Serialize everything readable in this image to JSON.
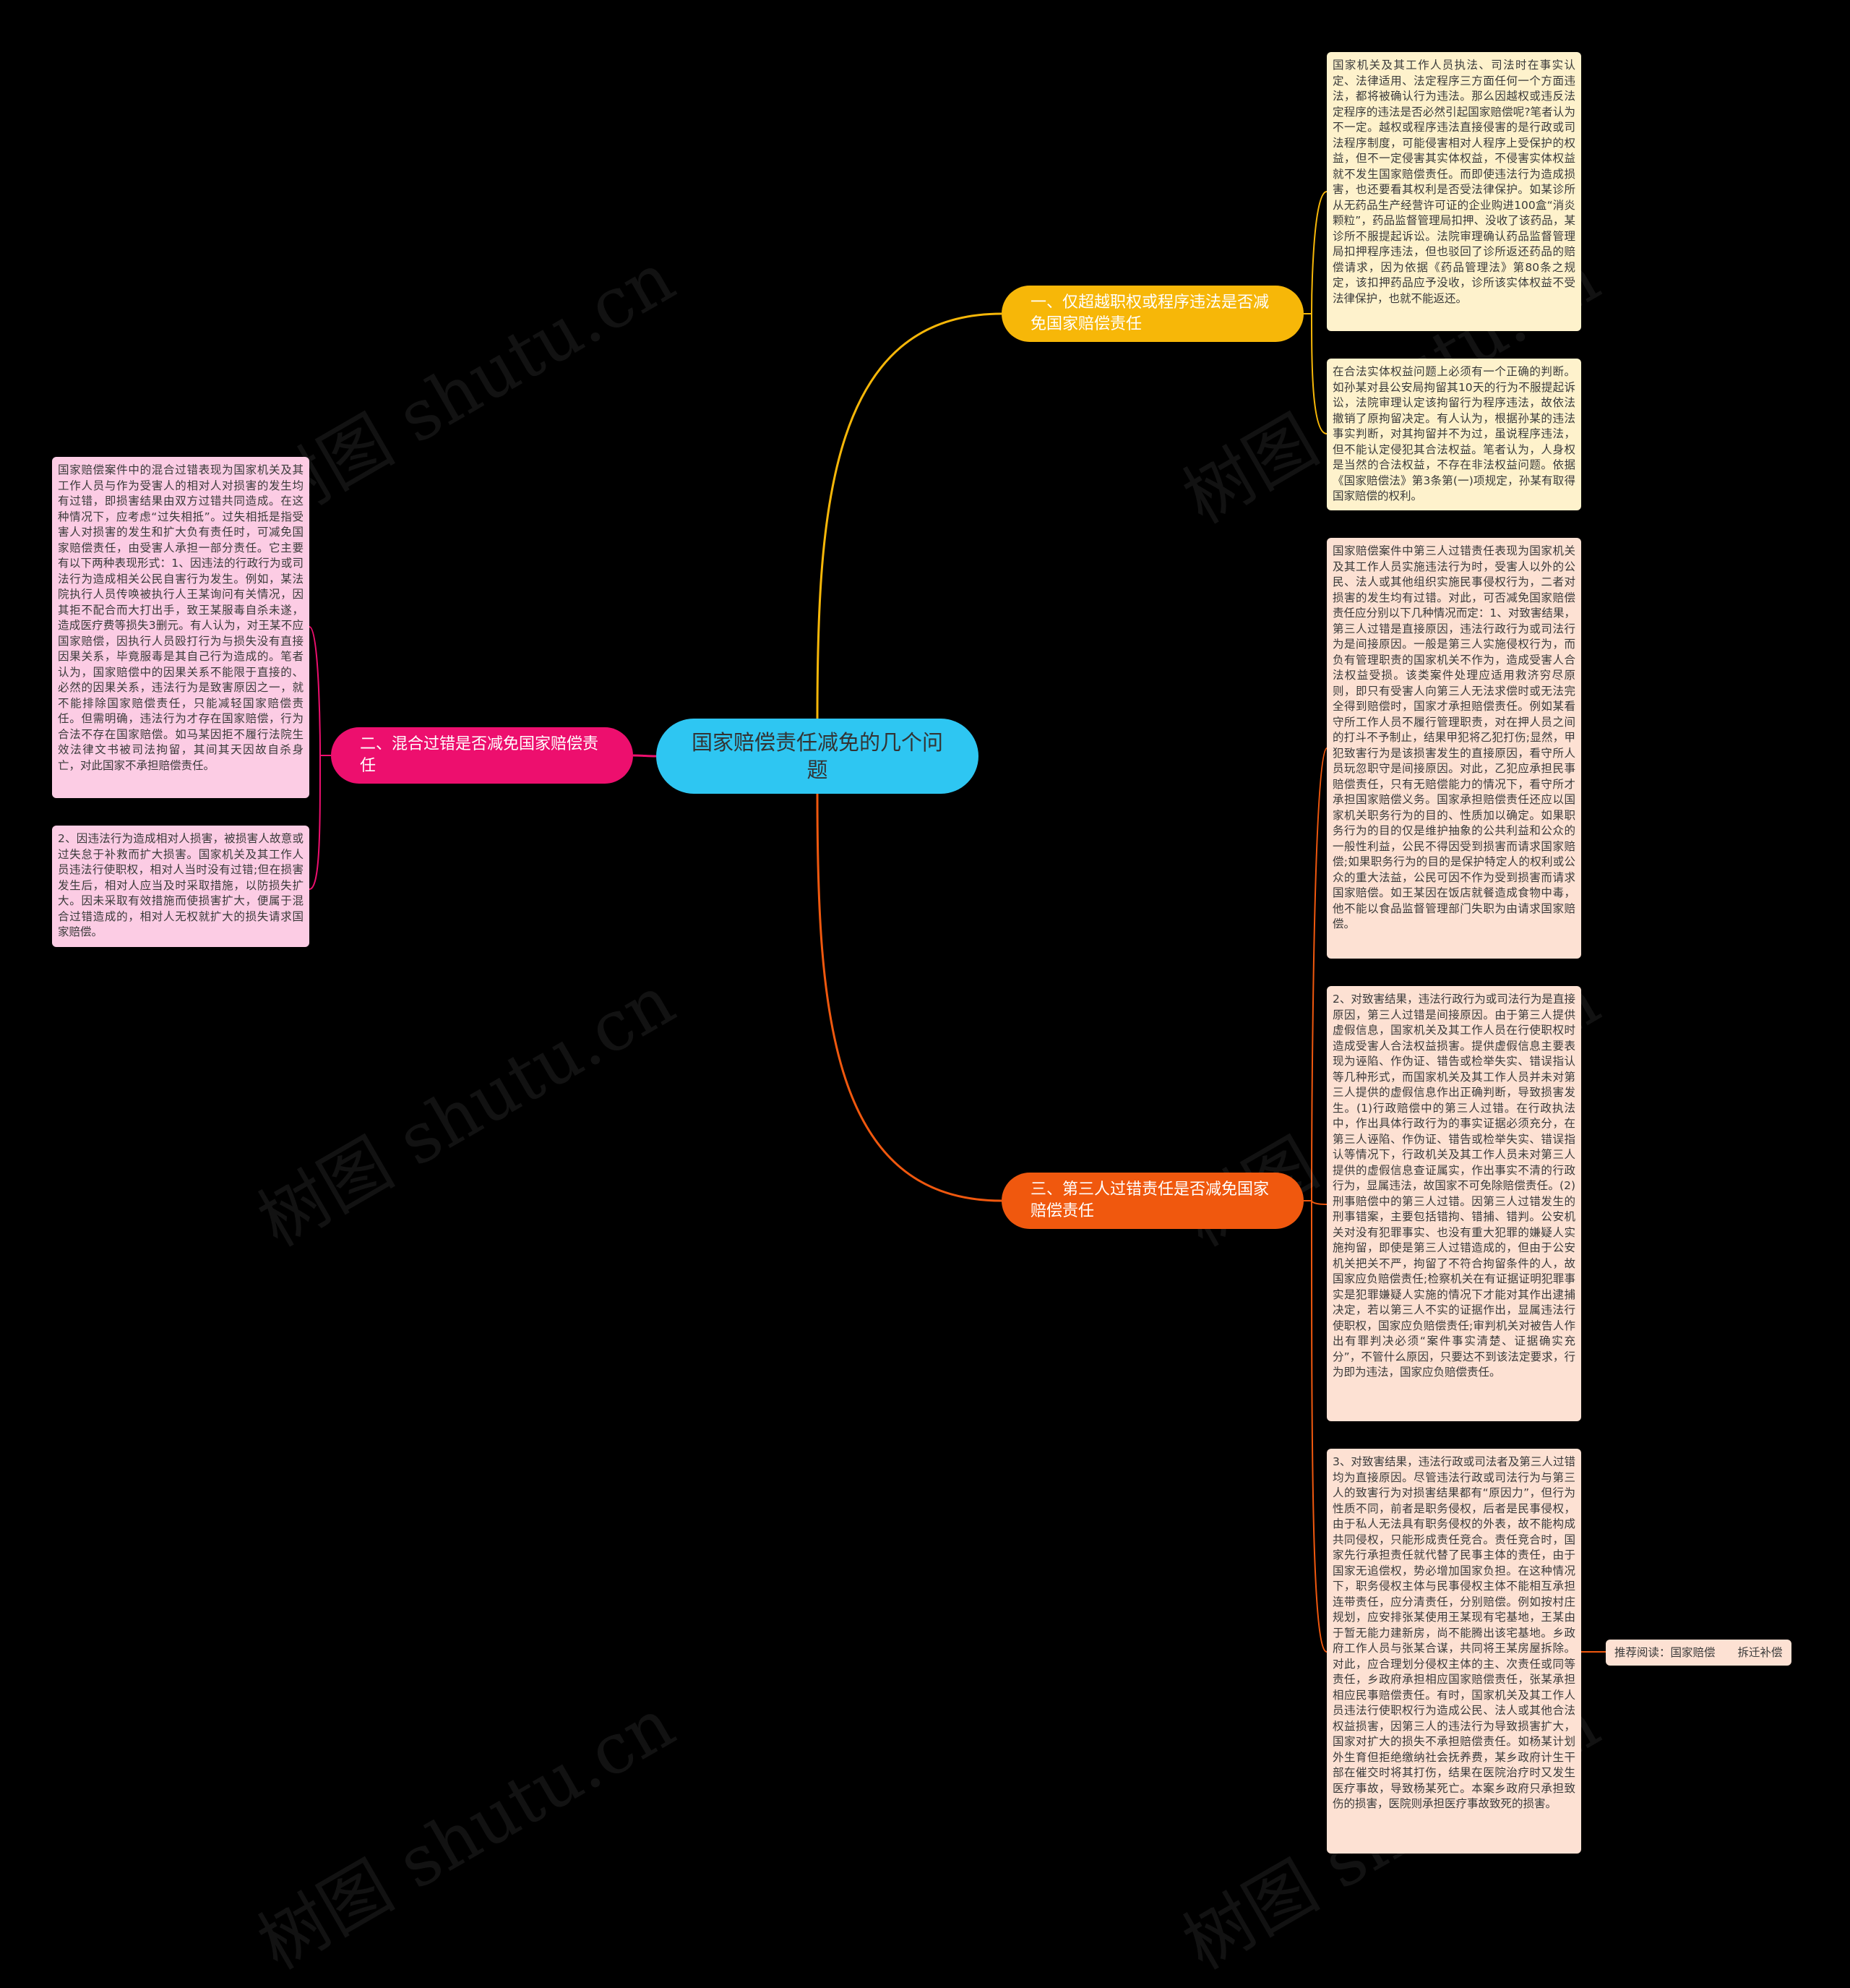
{
  "watermark": "树图 shutu.cn",
  "colors": {
    "background": "#000000",
    "root": "#2ec6f2",
    "branch1": "#f7b708",
    "branch2": "#ed0f6e",
    "branch3": "#f0580e",
    "leaf1": "#fef2cc",
    "leaf2": "#fccce4",
    "leaf3": "#fde1d3"
  },
  "root": {
    "label": "国家赔偿责任减免的几个问题"
  },
  "branches": [
    {
      "label": "一、仅超越职权或程序违法是否减免国家赔偿责任",
      "leaves": [
        "国家机关及其工作人员执法、司法时在事实认定、法律适用、法定程序三方面任何一个方面违法，都将被确认行为违法。那么因越权或违反法定程序的违法是否必然引起国家赔偿呢?笔者认为不一定。越权或程序违法直接侵害的是行政或司法程序制度，可能侵害相对人程序上受保护的权益，但不一定侵害其实体权益，不侵害实体权益就不发生国家赔偿责任。而即使违法行为造成损害，也还要看其权利是否受法律保护。如某诊所从无药品生产经营许可证的企业购进100盒“消炎颗粒”，药品监督管理局扣押、没收了该药品，某诊所不服提起诉讼。法院审理确认药品监督管理局扣押程序违法，但也驳回了诊所返还药品的赔偿请求，因为依据《药品管理法》第80条之规定，该扣押药品应予没收，诊所该实体权益不受法律保护，也就不能返还。",
        "在合法实体权益问题上必须有一个正确的判断。如孙某对县公安局拘留其10天的行为不服提起诉讼，法院审理认定该拘留行为程序违法，故依法撤销了原拘留决定。有人认为，根据孙某的违法事实判断，对其拘留并不为过，虽说程序违法，但不能认定侵犯其合法权益。笔者认为，人身权是当然的合法权益，不存在非法权益问题。依据《国家赔偿法》第3条第(一)项规定，孙某有取得国家赔偿的权利。"
      ]
    },
    {
      "label": "二、混合过错是否减免国家赔偿责任",
      "leaves": [
        "国家赔偿案件中的混合过错表现为国家机关及其工作人员与作为受害人的相对人对损害的发生均有过错，即损害结果由双方过错共同造成。在这种情况下，应考虑“过失相抵”。过失相抵是指受害人对损害的发生和扩大负有责任时，可减免国家赔偿责任，由受害人承担一部分责任。它主要有以下两种表现形式：1、因违法的行政行为或司法行为造成相关公民自害行为发生。例如，某法院执行人员传唤被执行人王某询问有关情况，因其拒不配合而大打出手，致王某服毒自杀未遂，造成医疗费等损失3删元。有人认为，对王某不应国家赔偿，因执行人员殴打行为与损失没有直接因果关系，毕竟服毒是其自己行为造成的。笔者认为，国家赔偿中的因果关系不能限于直接的、必然的因果关系，违法行为是致害原因之一，就不能排除国家赔偿责任，只能减轻国家赔偿责任。但需明确，违法行为才存在国家赔偿，行为合法不存在国家赔偿。如马某因拒不履行法院生效法律文书被司法拘留，其间其天因故自杀身亡，对此国家不承担赔偿责任。",
        "2、因违法行为造成相对人损害，被损害人故意或过失怠于补救而扩大损害。国家机关及其工作人员违法行使职权，相对人当时没有过错;但在损害发生后，相对人应当及时采取措施，以防损失扩大。因未采取有效措施而使损害扩大，便属于混合过错造成的，相对人无权就扩大的损失请求国家赔偿。"
      ]
    },
    {
      "label": "三、第三人过错责任是否减免国家赔偿责任",
      "leaves": [
        "国家赔偿案件中第三人过错责任表现为国家机关及其工作人员实施违法行为时，受害人以外的公民、法人或其他组织实施民事侵权行为，二者对损害的发生均有过错。对此，可否减免国家赔偿责任应分别以下几种情况而定：1、对致害结果，第三人过错是直接原因，违法行政行为或司法行为是间接原因。一般是第三人实施侵权行为，而负有管理职责的国家机关不作为，造成受害人合法权益受损。该类案件处理应适用救济穷尽原则，即只有受害人向第三人无法求偿时或无法完全得到赔偿时，国家才承担赔偿责任。例如某看守所工作人员不履行管理职责，对在押人员之间的打斗不予制止，结果甲犯将乙犯打伤;显然，甲犯致害行为是该损害发生的直接原因，看守所人员玩忽职守是间接原因。对此，乙犯应承担民事赔偿责任，只有无赔偿能力的情况下，看守所才承担国家赔偿义务。国家承担赔偿责任还应以国家机关职务行为的目的、性质加以确定。如果职务行为的目的仅是维护抽象的公共利益和公众的一般性利益，公民不得因受到损害而请求国家赔偿;如果职务行为的目的是保护特定人的权利或公众的重大法益，公民可因不作为受到损害而请求国家赔偿。如王某因在饭店就餐造成食物中毒，他不能以食品监督管理部门失职为由请求国家赔偿。",
        "2、对致害结果，违法行政行为或司法行为是直接原因，第三人过错是间接原因。由于第三人提供虚假信息，国家机关及其工作人员在行使职权时造成受害人合法权益损害。提供虚假信息主要表现为诬陷、作伪证、错告或检举失实、错误指认等几种形式，而国家机关及其工作人员并未对第三人提供的虚假信息作出正确判断，导致损害发生。(1)行政赔偿中的第三人过错。在行政执法中，作出具体行政行为的事实证据必须充分，在第三人诬陷、作伪证、错告或检举失实、错误指认等情况下，行政机关及其工作人员未对第三人提供的虚假信息查证属实，作出事实不清的行政行为，显属违法，故国家不可免除赔偿责任。(2)刑事赔偿中的第三人过错。因第三人过错发生的刑事错案，主要包括错拘、错捕、错判。公安机关对没有犯罪事实、也没有重大犯罪的嫌疑人实施拘留，即使是第三人过错造成的，但由于公安机关把关不严，拘留了不符合拘留条件的人，故国家应负赔偿责任;检察机关在有证据证明犯罪事实是犯罪嫌疑人实施的情况下才能对其作出逮捕决定，若以第三人不实的证据作出，显属违法行使职权，国家应负赔偿责任;审判机关对被告人作出有罪判决必须“案件事实清楚、证据确实充分”，不管什么原因，只要达不到该法定要求，行为即为违法，国家应负赔偿责任。",
        "3、对致害结果，违法行政或司法者及第三人过错均为直接原因。尽管违法行政或司法行为与第三人的致害行为对损害结果都有“原因力”，但行为性质不同，前者是职务侵权，后者是民事侵权，由于私人无法具有职务侵权的外表，故不能构成共同侵权，只能形成责任竞合。责任竞合时，国家先行承担责任就代替了民事主体的责任，由于国家无追偿权，势必增加国家负担。在这种情况下，职务侵权主体与民事侵权主体不能相互承担连带责任，应分清责任，分别赔偿。例如按村庄规划，应安排张某使用王某现有宅基地，王某由于暂无能力建新房，尚不能腾出该宅基地。乡政府工作人员与张某合谋，共同将王某房屋拆除。对此，应合理划分侵权主体的主、次责任或同等责任，乡政府承担相应国家赔偿责任，张某承担相应民事赔偿责任。有时，国家机关及其工作人员违法行使职权行为造成公民、法人或其他合法权益损害，因第三人的违法行为导致损害扩大，国家对扩大的损失不承担赔偿责任。如杨某计划外生育但拒绝缴纳社会抚养费，某乡政府计生干部在催交时将其打伤，结果在医院治疗时又发生医疗事故，导致杨某死亡。本案乡政府只承担致伤的损害，医院则承担医疗事故致死的损害。"
      ],
      "recommend": "推荐阅读：国家赔偿　　拆迁补偿"
    }
  ]
}
